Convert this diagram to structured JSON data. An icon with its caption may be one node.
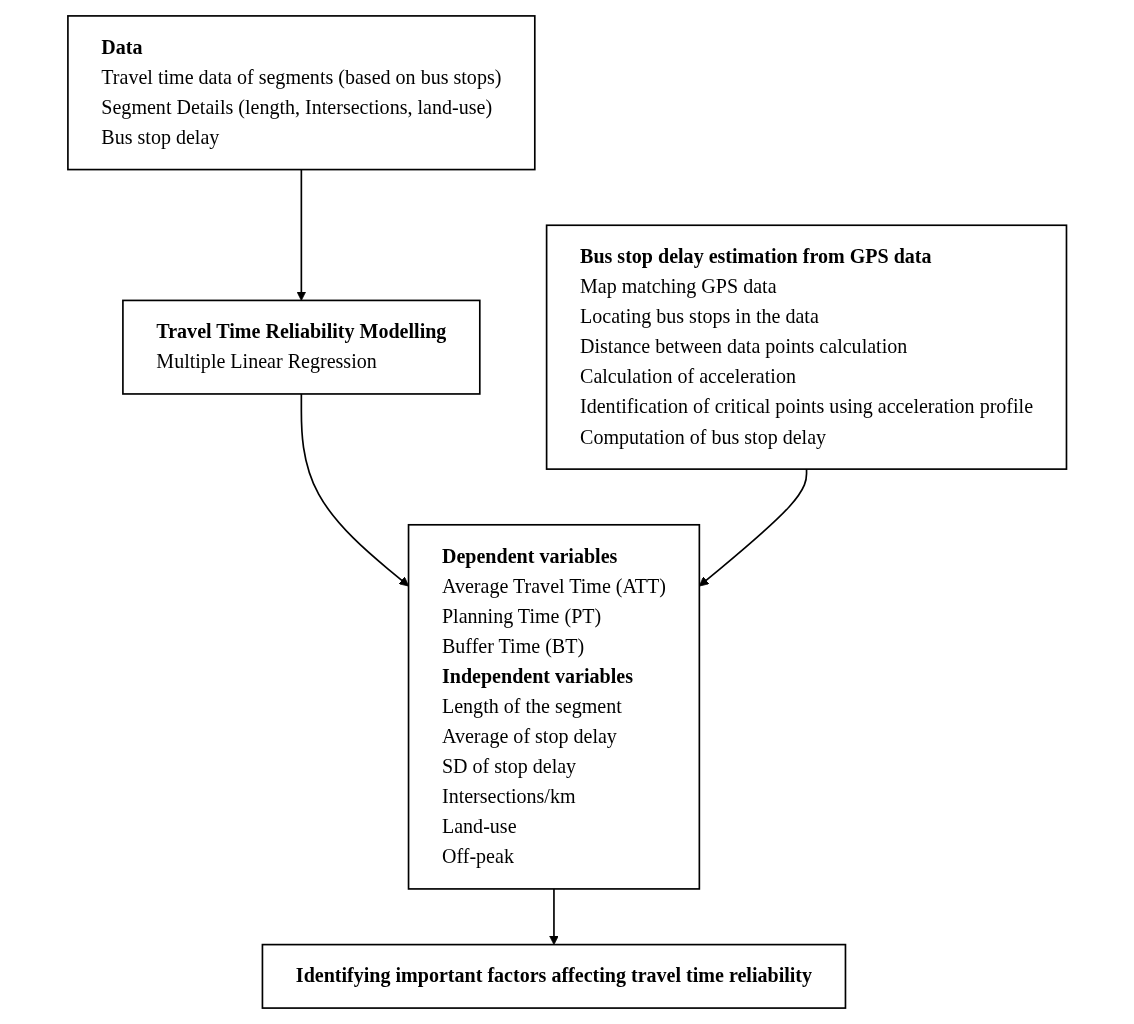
{
  "diagram": {
    "nodes": [
      {
        "text": [
          "Data",
          "Travel time data of segments (based on bus stops)",
          "Segment Details (length, Intersections, land-use)",
          "Bus stop delay"
        ]
      },
      {
        "text": [
          "Travel Time Reliability Modelling",
          "Multiple Linear Regression"
        ]
      },
      {
        "text": [
          "Dependent variables",
          "Average Travel Time (ATT)",
          "Planning Time (PT)",
          "Buffer Time (BT)",
          "Independent variables",
          "Length of the segment",
          "Average of stop delay",
          "SD of stop delay",
          "Intersections/km",
          "Land-use",
          "Off-peak"
        ]
      },
      {
        "text": [
          "Bus stop delay estimation from GPS data",
          "Map matching GPS data",
          "Locating bus stops in the data",
          "Distance between data points calculation",
          "Calculation of acceleration",
          "Identification of critical points using acceleration profile",
          "Computation of bus stop delay"
        ]
      },
      {
        "text": [
          "Identifying important factors affecting travel time reliability"
        ]
      }
    ],
    "edges": [
      {
        "from": 0,
        "to": 1,
        "arrow": "to"
      },
      {
        "from": 1,
        "to": 2,
        "arrow": "to"
      },
      {
        "from": 3,
        "to": 2,
        "arrow": "to"
      },
      {
        "from": 2,
        "to": 4,
        "arrow": "to"
      }
    ]
  }
}
